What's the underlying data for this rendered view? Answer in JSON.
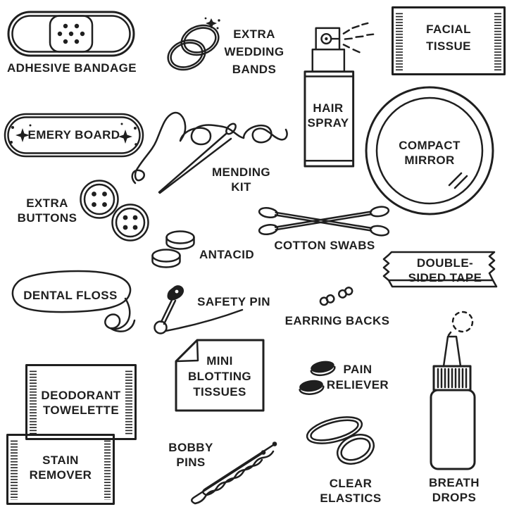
{
  "colors": {
    "ink": "#1f1f1f",
    "background": "#ffffff"
  },
  "items": {
    "adhesive_bandage": {
      "lines": [
        "ADHESIVE BANDAGE"
      ]
    },
    "extra_wedding_bands": {
      "lines": [
        "EXTRA",
        "WEDDING",
        "BANDS"
      ]
    },
    "facial_tissue": {
      "lines": [
        "FACIAL",
        "TISSUE"
      ]
    },
    "hair_spray": {
      "lines": [
        "HAIR",
        "SPRAY"
      ]
    },
    "emery_board": {
      "lines": [
        "EMERY BOARD"
      ]
    },
    "mending_kit": {
      "lines": [
        "MENDING",
        "KIT"
      ]
    },
    "compact_mirror": {
      "lines": [
        "COMPACT",
        "MIRROR"
      ]
    },
    "extra_buttons": {
      "lines": [
        "EXTRA",
        "BUTTONS"
      ]
    },
    "antacid": {
      "lines": [
        "ANTACID"
      ]
    },
    "cotton_swabs": {
      "lines": [
        "COTTON SWABS"
      ]
    },
    "double_sided_tape": {
      "lines": [
        "DOUBLE-",
        "SIDED TAPE"
      ]
    },
    "dental_floss": {
      "lines": [
        "DENTAL FLOSS"
      ]
    },
    "safety_pin": {
      "lines": [
        "SAFETY PIN"
      ]
    },
    "earring_backs": {
      "lines": [
        "EARRING BACKS"
      ]
    },
    "mini_blotting_tissues": {
      "lines": [
        "MINI",
        "BLOTTING",
        "TISSUES"
      ]
    },
    "pain_reliever": {
      "lines": [
        "PAIN",
        "RELIEVER"
      ]
    },
    "deodorant_towelette": {
      "lines": [
        "DEODORANT",
        "TOWELETTE"
      ]
    },
    "stain_remover": {
      "lines": [
        "STAIN",
        "REMOVER"
      ]
    },
    "bobby_pins": {
      "lines": [
        "BOBBY",
        "PINS"
      ]
    },
    "clear_elastics": {
      "lines": [
        "CLEAR",
        "ELASTICS"
      ]
    },
    "breath_drops": {
      "lines": [
        "BREATH",
        "DROPS"
      ]
    }
  }
}
